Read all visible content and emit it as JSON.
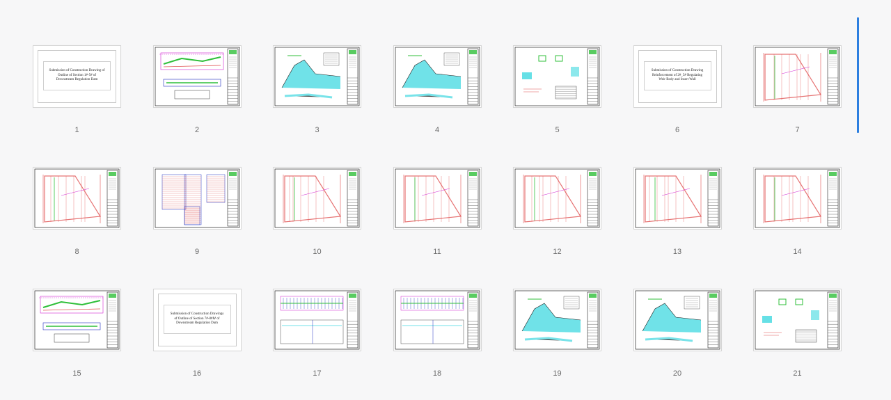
{
  "thumbnails": [
    {
      "number": "1",
      "kind": "title",
      "title_text": "Submission of Construction Drawing of\nOutline of Section 1#-5# of\nDownstream Regulation Dam"
    },
    {
      "number": "2",
      "kind": "plan"
    },
    {
      "number": "3",
      "kind": "section"
    },
    {
      "number": "4",
      "kind": "section"
    },
    {
      "number": "5",
      "kind": "detail"
    },
    {
      "number": "6",
      "kind": "title",
      "title_text": "Submission of Construction Drawing\nReinforcement of 2#_5# Regulating\nWeir Body and Insert Wall"
    },
    {
      "number": "7",
      "kind": "rebar"
    },
    {
      "number": "8",
      "kind": "rebar"
    },
    {
      "number": "9",
      "kind": "table"
    },
    {
      "number": "10",
      "kind": "rebar"
    },
    {
      "number": "11",
      "kind": "rebar"
    },
    {
      "number": "12",
      "kind": "rebar"
    },
    {
      "number": "13",
      "kind": "rebar"
    },
    {
      "number": "14",
      "kind": "rebar"
    },
    {
      "number": "15",
      "kind": "plan"
    },
    {
      "number": "16",
      "kind": "title",
      "title_text": "Submission of Construction Drawings\nof Outline of Section 7#-8#Ⅳ of\nDownstream Regulation Dam"
    },
    {
      "number": "17",
      "kind": "elevation"
    },
    {
      "number": "18",
      "kind": "elevation"
    },
    {
      "number": "19",
      "kind": "section"
    },
    {
      "number": "20",
      "kind": "section"
    },
    {
      "number": "21",
      "kind": "detail"
    }
  ],
  "colors": {
    "accent_scroll": "#2d7fe0",
    "cad_red": "#e05050",
    "cad_green": "#2fbf3a",
    "cad_magenta": "#d020d0",
    "cad_cyan": "#40d8e0",
    "cad_blue": "#2030c0"
  }
}
